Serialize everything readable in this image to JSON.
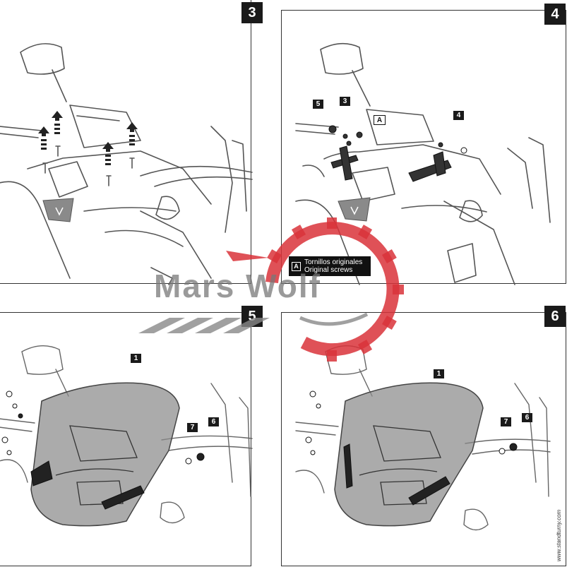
{
  "panels": [
    {
      "step": "3"
    },
    {
      "step": "4"
    },
    {
      "step": "5"
    },
    {
      "step": "6"
    }
  ],
  "callouts": {
    "panel4": [
      "5",
      "3",
      "A",
      "4"
    ],
    "panel5": [
      "1",
      "7",
      "6"
    ],
    "panel6": [
      "1",
      "7",
      "6"
    ]
  },
  "legend": {
    "key": "A",
    "line1": "Tornillos originales",
    "line2": "Original screws"
  },
  "website": "www.standturny.com",
  "watermark": {
    "text": "Mars Wolf",
    "color_red": "#d9333a",
    "color_gray": "#888888"
  },
  "colors": {
    "border": "#333333",
    "badge": "#1a1a1a",
    "screen_tint": "#8a8a8a"
  }
}
